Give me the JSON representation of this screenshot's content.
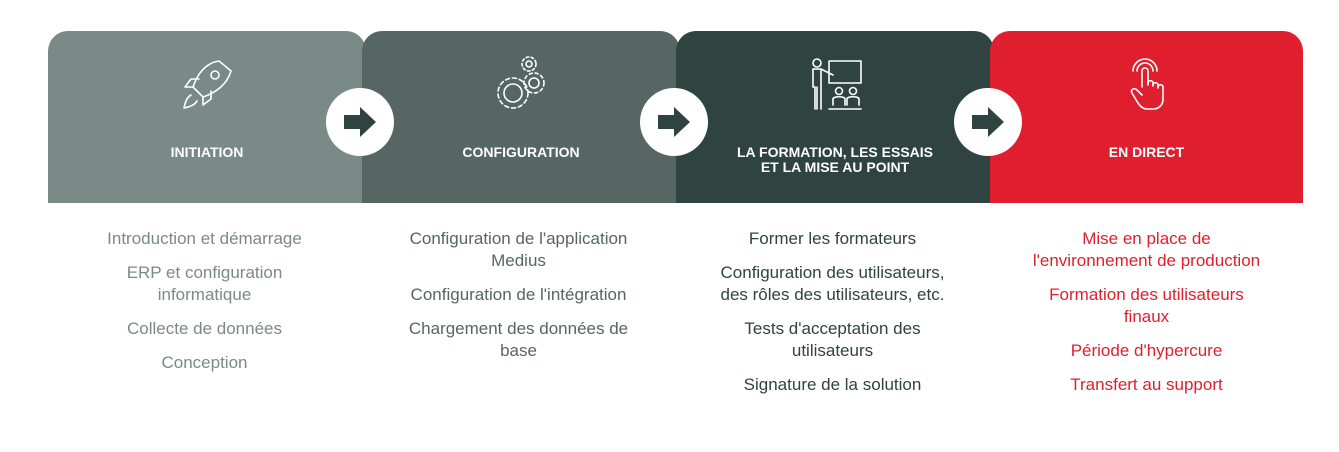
{
  "colors": {
    "stage_fills": [
      "#7a8a87",
      "#556663",
      "#2f4440",
      "#df1f2d"
    ],
    "task_text": [
      "#7a8a87",
      "#556663",
      "#2f4440",
      "#df1f2d"
    ],
    "arrow": "#2f4440"
  },
  "stages": [
    {
      "title": "INITIATION",
      "icon": "rocket-icon",
      "tasks": [
        "Introduction et démarrage",
        "ERP et configuration informatique",
        "Collecte de données",
        "Conception"
      ]
    },
    {
      "title": "CONFIGURATION",
      "icon": "gears-icon",
      "tasks": [
        "Configuration de l'application Medius",
        "Configuration de l'intégration",
        "Chargement des données de base"
      ]
    },
    {
      "title": "LA FORMATION, LES ESSAIS\nET LA MISE AU POINT",
      "icon": "presentation-board-icon",
      "tasks": [
        "Former les formateurs",
        "Configuration des utilisateurs, des rôles des utilisateurs, etc.",
        "Tests d'acceptation des utilisateurs",
        "Signature de la solution"
      ]
    },
    {
      "title": "EN DIRECT",
      "icon": "touch-hand-icon",
      "tasks": [
        "Mise en place de l'environnement de production",
        "Formation des utilisateurs finaux",
        "Période d'hypercure",
        "Transfert au support"
      ]
    }
  ]
}
